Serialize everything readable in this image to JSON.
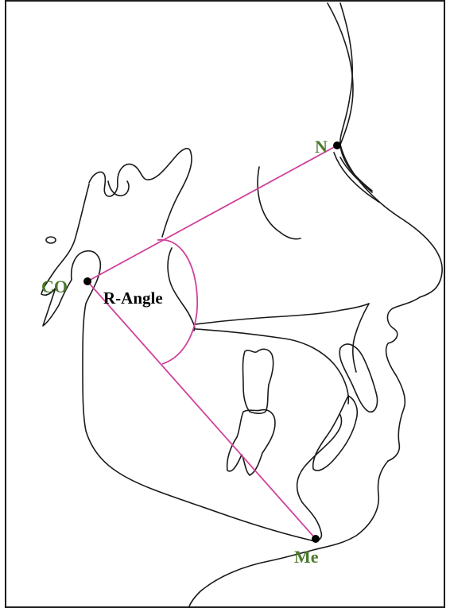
{
  "figure": {
    "points": {
      "N": {
        "label": "N"
      },
      "CO": {
        "label": "CO"
      },
      "Me": {
        "label": "Me"
      }
    },
    "angle_label": "R-Angle"
  },
  "colors": {
    "point_label": "#4a7a2c",
    "construction_line": "#d0409a",
    "angle_label": "#000000",
    "outline": "#1a1a1a",
    "landmark_dot": "#000000"
  }
}
